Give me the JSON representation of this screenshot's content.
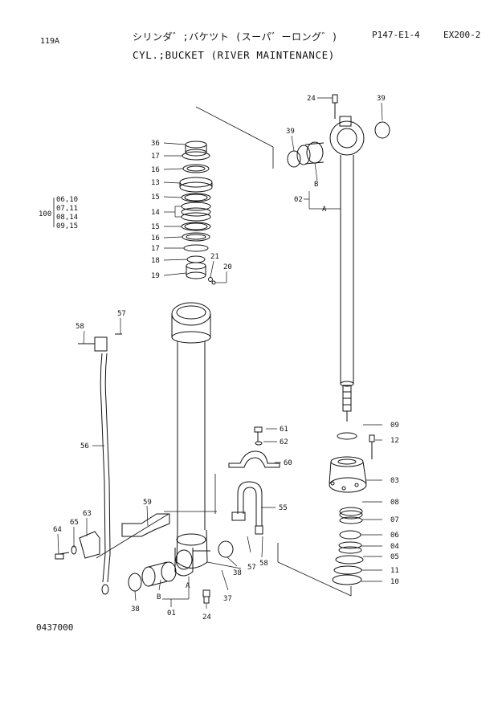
{
  "header": {
    "page_no": "119A",
    "title_jp": "シリンダ゛;バケツト (スーパ゛ーロング゛)",
    "title_en": "CYL.;BUCKET (RIVER MAINTENANCE)",
    "part_code": "P147-E1-4",
    "model": "EX200-2"
  },
  "footer": {
    "doc_no": "0437000"
  },
  "kit": {
    "number": "100",
    "rows": [
      "06,10",
      "07,11",
      "08,14",
      "09,15"
    ]
  },
  "callouts": {
    "c36": "36",
    "c17a": "17",
    "c16a": "16",
    "c13": "13",
    "c15a": "15",
    "c14": "14",
    "c15b": "15",
    "c16b": "16",
    "c17b": "17",
    "c18": "18",
    "c19": "19",
    "c21": "21",
    "c20": "20",
    "c24a": "24",
    "c39a": "39",
    "c39b": "39",
    "c02": "02",
    "cB1": "B",
    "cA1": "A",
    "c57": "57",
    "c58a": "58",
    "c56": "56",
    "c61": "61",
    "c62": "62",
    "c60": "60",
    "c09": "09",
    "c12": "12",
    "c03": "03",
    "c08": "08",
    "c07": "07",
    "c06": "06",
    "c04": "04",
    "c05": "05",
    "c11": "11",
    "c10": "10",
    "c55": "55",
    "c59": "59",
    "c63": "63",
    "c65": "65",
    "c64": "64",
    "c57b": "57",
    "c58b": "58",
    "c38a": "38",
    "c37": "37",
    "c24b": "24",
    "c38b": "38",
    "cB2": "B",
    "cA2": "A",
    "c01": "01"
  }
}
